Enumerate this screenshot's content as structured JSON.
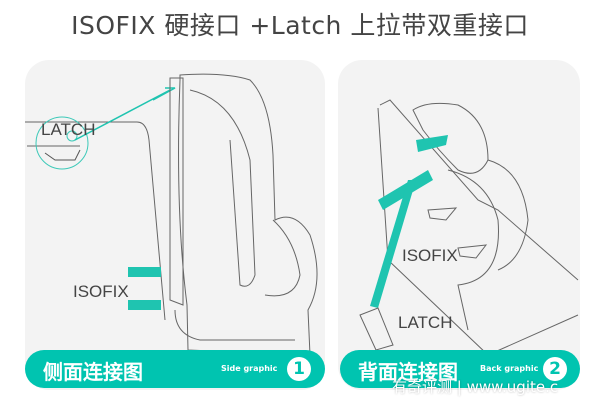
{
  "title": "ISOFIX 硬接口 +Latch 上拉带双重接口",
  "panel1": {
    "latch_label": "LATCH",
    "isofix_label": "ISOFIX",
    "caption_cn": "侧面连接图",
    "caption_en": "Side graphic",
    "number": "1"
  },
  "panel2": {
    "isofix_label": "ISOFIX",
    "latch_label": "LATCH",
    "caption_cn": "背面连接图",
    "caption_en": "Back graphic",
    "number": "2"
  },
  "watermark": "有奇评测 | www.ugite.c",
  "colors": {
    "accent": "#00c4b0",
    "panel_bg": "#f3f3f3",
    "line": "#555555"
  }
}
